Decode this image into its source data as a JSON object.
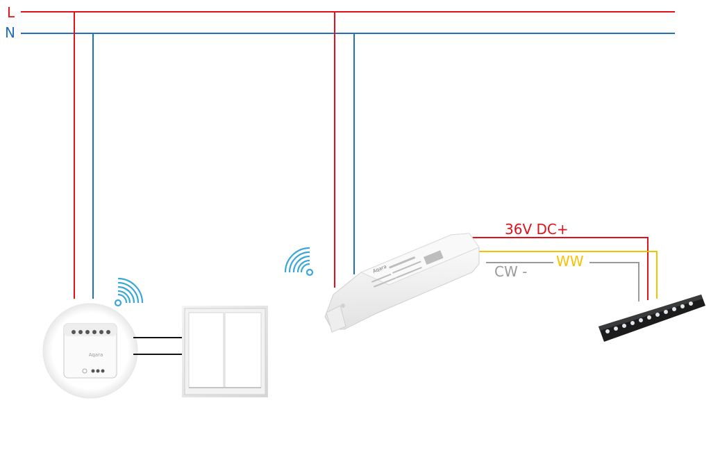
{
  "wires": {
    "live_label": "L",
    "neutral_label": "N",
    "dc_plus_label": "36V DC+",
    "cw_label": "CW -",
    "ww_label": "WW"
  },
  "colors": {
    "live": "#e3101c",
    "neutral": "#1f6fbf",
    "ww": "#f5c200",
    "cw": "#9a9a9a",
    "wifi": "#3aa7d6"
  },
  "devices": {
    "relay_module_brand": "Aqara",
    "led_driver_brand": "Aqara"
  }
}
